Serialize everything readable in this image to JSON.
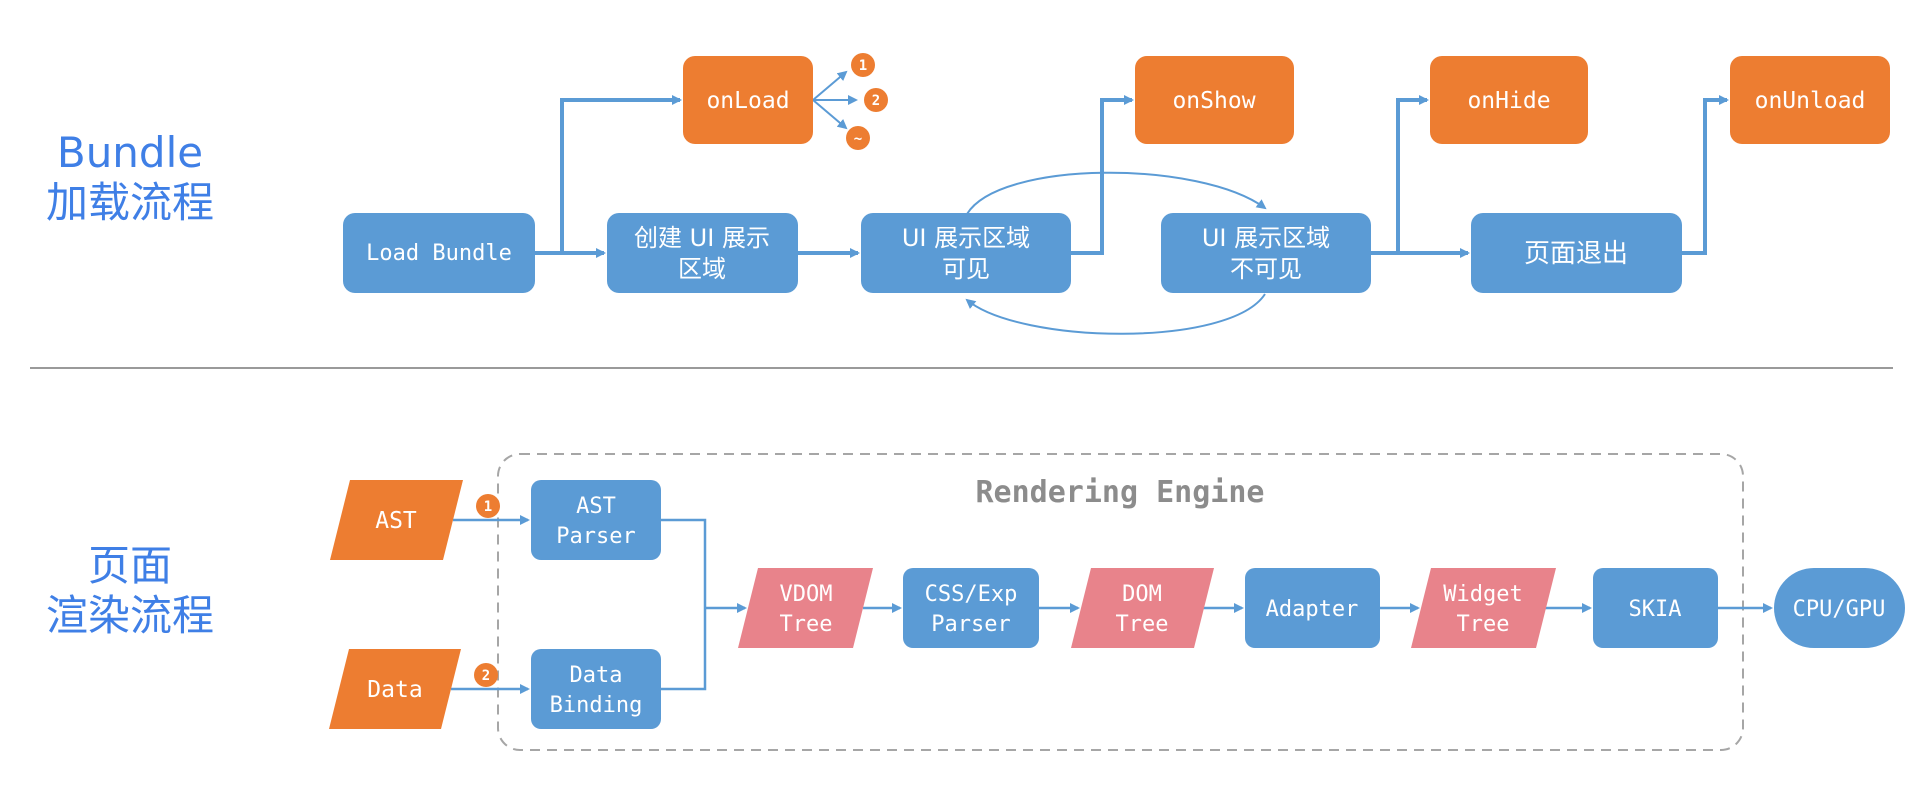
{
  "sections": {
    "bundle": {
      "title_line1": "Bundle",
      "title_line2": "加载流程"
    },
    "page": {
      "title_line1": "页面",
      "title_line2": "渲染流程"
    }
  },
  "colors": {
    "blue": "#5B9BD5",
    "orange": "#ED7D31",
    "pink": "#E8838B",
    "title": "#3F7FE6",
    "arrow": "#5B9BD5",
    "divider": "#9A9A9A",
    "engine_label": "#8C8C8C"
  },
  "bundle_flow": {
    "load_bundle": "Load Bundle",
    "create_ui_line1": "创建 UI 展示",
    "create_ui_line2": "区域",
    "ui_visible_line1": "UI 展示区域",
    "ui_visible_line2": "可见",
    "ui_invisible_line1": "UI 展示区域",
    "ui_invisible_line2": "不可见",
    "page_exit": "页面退出",
    "on_load": "onLoad",
    "on_show": "onShow",
    "on_hide": "onHide",
    "on_unload": "onUnload",
    "onload_marker_1": "1",
    "onload_marker_2": "2",
    "onload_marker_3": "~"
  },
  "render_flow": {
    "engine_label": "Rendering Engine",
    "ast": "AST",
    "data": "Data",
    "marker_1": "1",
    "marker_2": "2",
    "ast_parser_line1": "AST",
    "ast_parser_line2": "Parser",
    "data_binding_line1": "Data",
    "data_binding_line2": "Binding",
    "vdom_tree_line1": "VDOM",
    "vdom_tree_line2": "Tree",
    "css_exp_parser_line1": "CSS/Exp",
    "css_exp_parser_line2": "Parser",
    "dom_tree_line1": "DOM",
    "dom_tree_line2": "Tree",
    "adapter": "Adapter",
    "widget_tree_line1": "Widget",
    "widget_tree_line2": "Tree",
    "skia": "SKIA",
    "cpu_gpu": "CPU/GPU"
  }
}
